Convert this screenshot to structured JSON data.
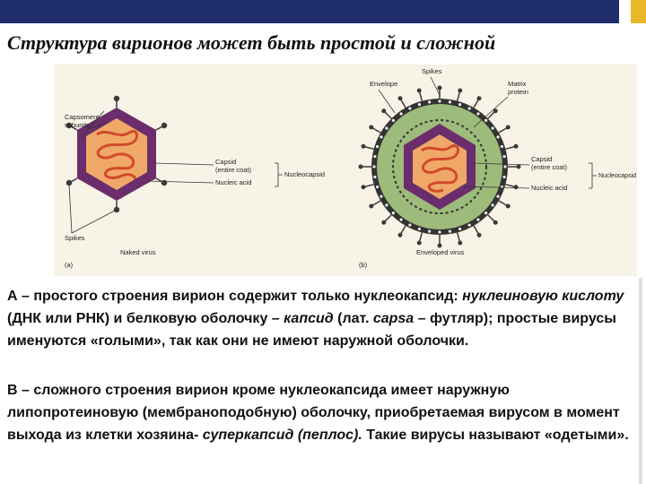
{
  "slide": {
    "title": "Структура вирионов может быть простой и сложной"
  },
  "figure": {
    "naked": {
      "capsomere": "Capsomere",
      "subunits": "subunits",
      "capsid": "Capsid",
      "entire_coat": "(entire coat)",
      "nucleocapsid": "Nucleocapsid",
      "nucleic_acid": "Nucleic acid",
      "spikes": "Spikes",
      "caption": "Naked virus",
      "panel": "(a)"
    },
    "enveloped": {
      "envelope": "Envelope",
      "spikes": "Spikes",
      "matrix": "Matrix",
      "protein": "protein",
      "capsid": "Capsid",
      "entire_coat": "(entire coat)",
      "nucleocapsid": "Nucleocapsid",
      "nucleic_acid": "Nucleic acid",
      "caption": "Enveloped virus",
      "panel": "(b)"
    },
    "colors": {
      "capsid": "#6b2d6b",
      "inner": "#f0a868",
      "nucleic": "#d24a2a",
      "envelope": "#9dbb7a",
      "spike": "#3a3a3a",
      "background": "#f7f3e6"
    }
  },
  "text_a": {
    "p1": "А – простого строения  вирион содержит только нуклеокапсид: ",
    "p2": "нуклеиновую кислоту",
    "p3": " (ДНК или РНК)  и белковую оболочку – ",
    "p4": "капсид",
    "p5": " (лат. ",
    "p6": "capsa",
    "p7": " – футляр); простые вирусы именуются «голыми», так как они не имеют наружной оболочки."
  },
  "text_b": {
    "p1": "В – сложного строения вирион кроме нуклеокапсида имеет наружную липопротеиновую (мембраноподобную) оболочку, приобретаемая вирусом в момент выхода из клетки хозяина- ",
    "p2": "суперкапсид (пеплос).",
    "p3": " Такие вирусы называют «одетыми»."
  }
}
